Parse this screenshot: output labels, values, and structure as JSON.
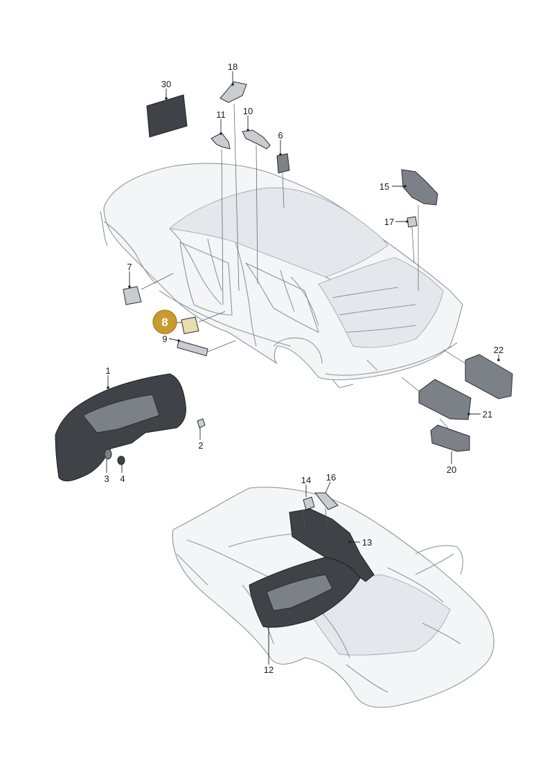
{
  "diagram": {
    "callouts": [
      {
        "id": "c30",
        "label": "30"
      },
      {
        "id": "c18",
        "label": "18"
      },
      {
        "id": "c11",
        "label": "11"
      },
      {
        "id": "c10",
        "label": "10"
      },
      {
        "id": "c6",
        "label": "6"
      },
      {
        "id": "c15",
        "label": "15"
      },
      {
        "id": "c17",
        "label": "17"
      },
      {
        "id": "c7",
        "label": "7"
      },
      {
        "id": "c8",
        "label": "8"
      },
      {
        "id": "c9",
        "label": "9"
      },
      {
        "id": "c22",
        "label": "22"
      },
      {
        "id": "c1",
        "label": "1"
      },
      {
        "id": "c2",
        "label": "2"
      },
      {
        "id": "c3",
        "label": "3"
      },
      {
        "id": "c4",
        "label": "4"
      },
      {
        "id": "c21",
        "label": "21"
      },
      {
        "id": "c20",
        "label": "20"
      },
      {
        "id": "c14",
        "label": "14"
      },
      {
        "id": "c16",
        "label": "16"
      },
      {
        "id": "c13",
        "label": "13"
      },
      {
        "id": "c12",
        "label": "12"
      }
    ],
    "highlight": {
      "label": "8",
      "color": "#c99a2e",
      "text_color": "#ffffff"
    },
    "colors": {
      "body_outline": "#8e959c",
      "body_fill": "#f3f5f7",
      "part_dark": "#3f4347"
    }
  }
}
